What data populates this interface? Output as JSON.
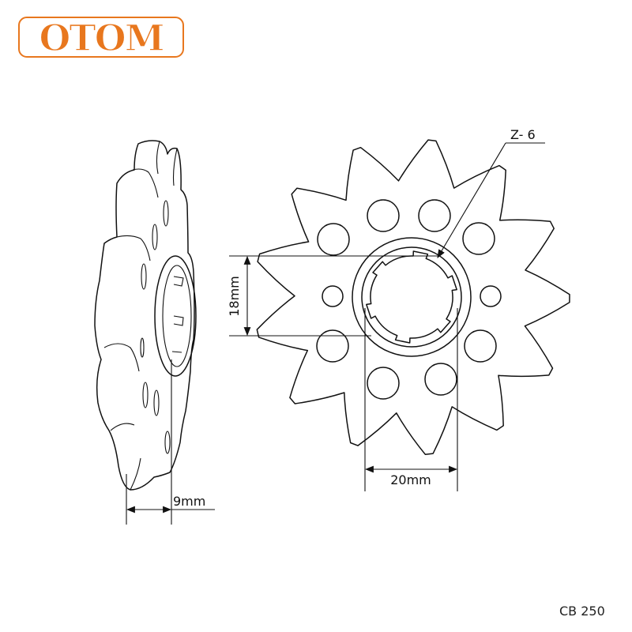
{
  "logo": {
    "text": "OTOM",
    "color": "#E8771E"
  },
  "dimensions": {
    "spline_height": "18mm",
    "spline_width": "20mm",
    "thickness": "9mm",
    "spline_count": "Z- 6"
  },
  "model": "CB 250"
}
